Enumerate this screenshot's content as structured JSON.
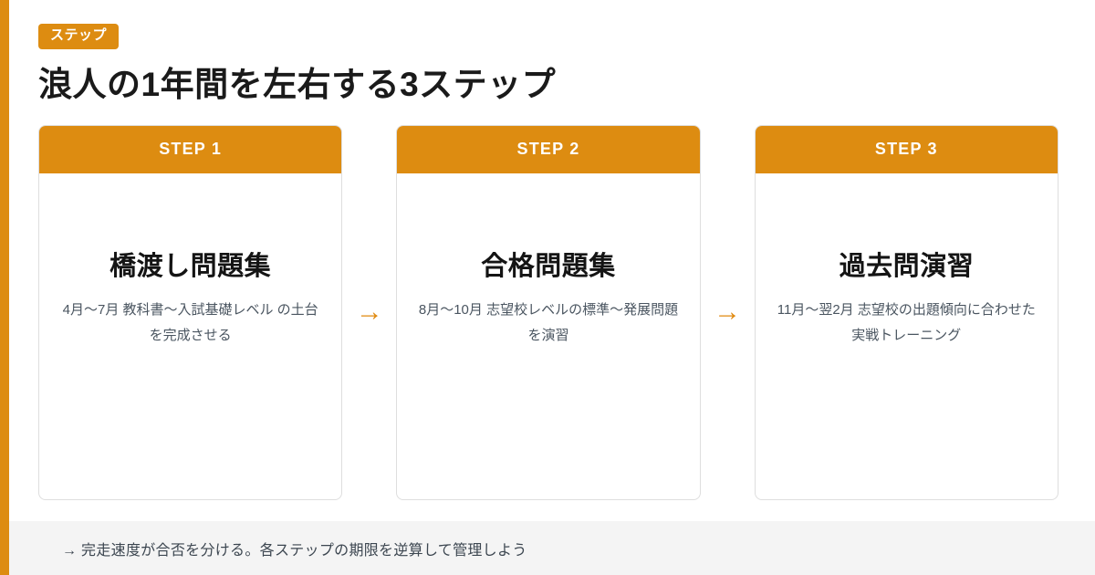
{
  "accent_color": "#DD8C11",
  "header": {
    "badge_label": "ステップ",
    "title": "浪人の1年間を左右する3ステップ"
  },
  "steps": [
    {
      "header_label": "STEP 1",
      "title": "橋渡し問題集",
      "description": "4月〜7月 教科書〜入試基礎レベル の土台を完成させる"
    },
    {
      "header_label": "STEP 2",
      "title": "合格問題集",
      "description": "8月〜10月 志望校レベルの標準〜発展問題を演習"
    },
    {
      "header_label": "STEP 3",
      "title": "過去問演習",
      "description": "11月〜翌2月 志望校の出題傾向に合わせた実戦トレーニング"
    }
  ],
  "arrows": [
    {
      "glyph": "→"
    },
    {
      "glyph": "→"
    }
  ],
  "footer": {
    "note": "→ 完走速度が合否を分ける。各ステップの期限を逆算して管理しよう"
  }
}
